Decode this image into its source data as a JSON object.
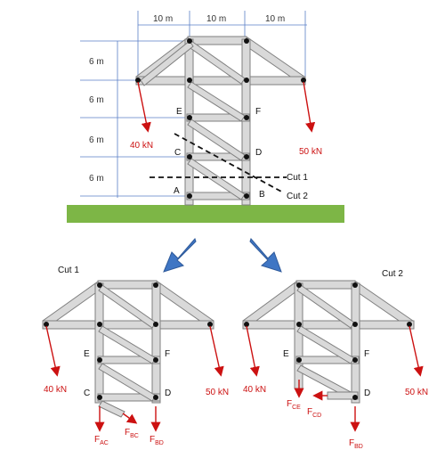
{
  "top": {
    "horizontal_dims": [
      "10 m",
      "10 m",
      "10 m"
    ],
    "vertical_dims": [
      "6 m",
      "6 m",
      "6 m",
      "6 m"
    ],
    "joints": [
      "E",
      "F",
      "C",
      "D",
      "A",
      "B"
    ],
    "loads": [
      "40 kN",
      "50 kN"
    ],
    "cuts": [
      "Cut 1",
      "Cut 2"
    ]
  },
  "cut1": {
    "title": "Cut 1",
    "joints": [
      "E",
      "F",
      "C",
      "D"
    ],
    "loads": [
      "40 kN",
      "50 kN"
    ],
    "forces": [
      {
        "main": "F",
        "sub": "AC"
      },
      {
        "main": "F",
        "sub": "BC"
      },
      {
        "main": "F",
        "sub": "BD"
      }
    ]
  },
  "cut2": {
    "title": "Cut 2",
    "joints": [
      "E",
      "F",
      "D"
    ],
    "loads": [
      "40 kN",
      "50 kN"
    ],
    "forces": [
      {
        "main": "F",
        "sub": "CE"
      },
      {
        "main": "F",
        "sub": "CD"
      },
      {
        "main": "F",
        "sub": "BD"
      }
    ]
  },
  "colors": {
    "force": "#cc1111",
    "ground": "#7db646",
    "arrow": "#3f76c4",
    "member": "#d9d9d9"
  }
}
